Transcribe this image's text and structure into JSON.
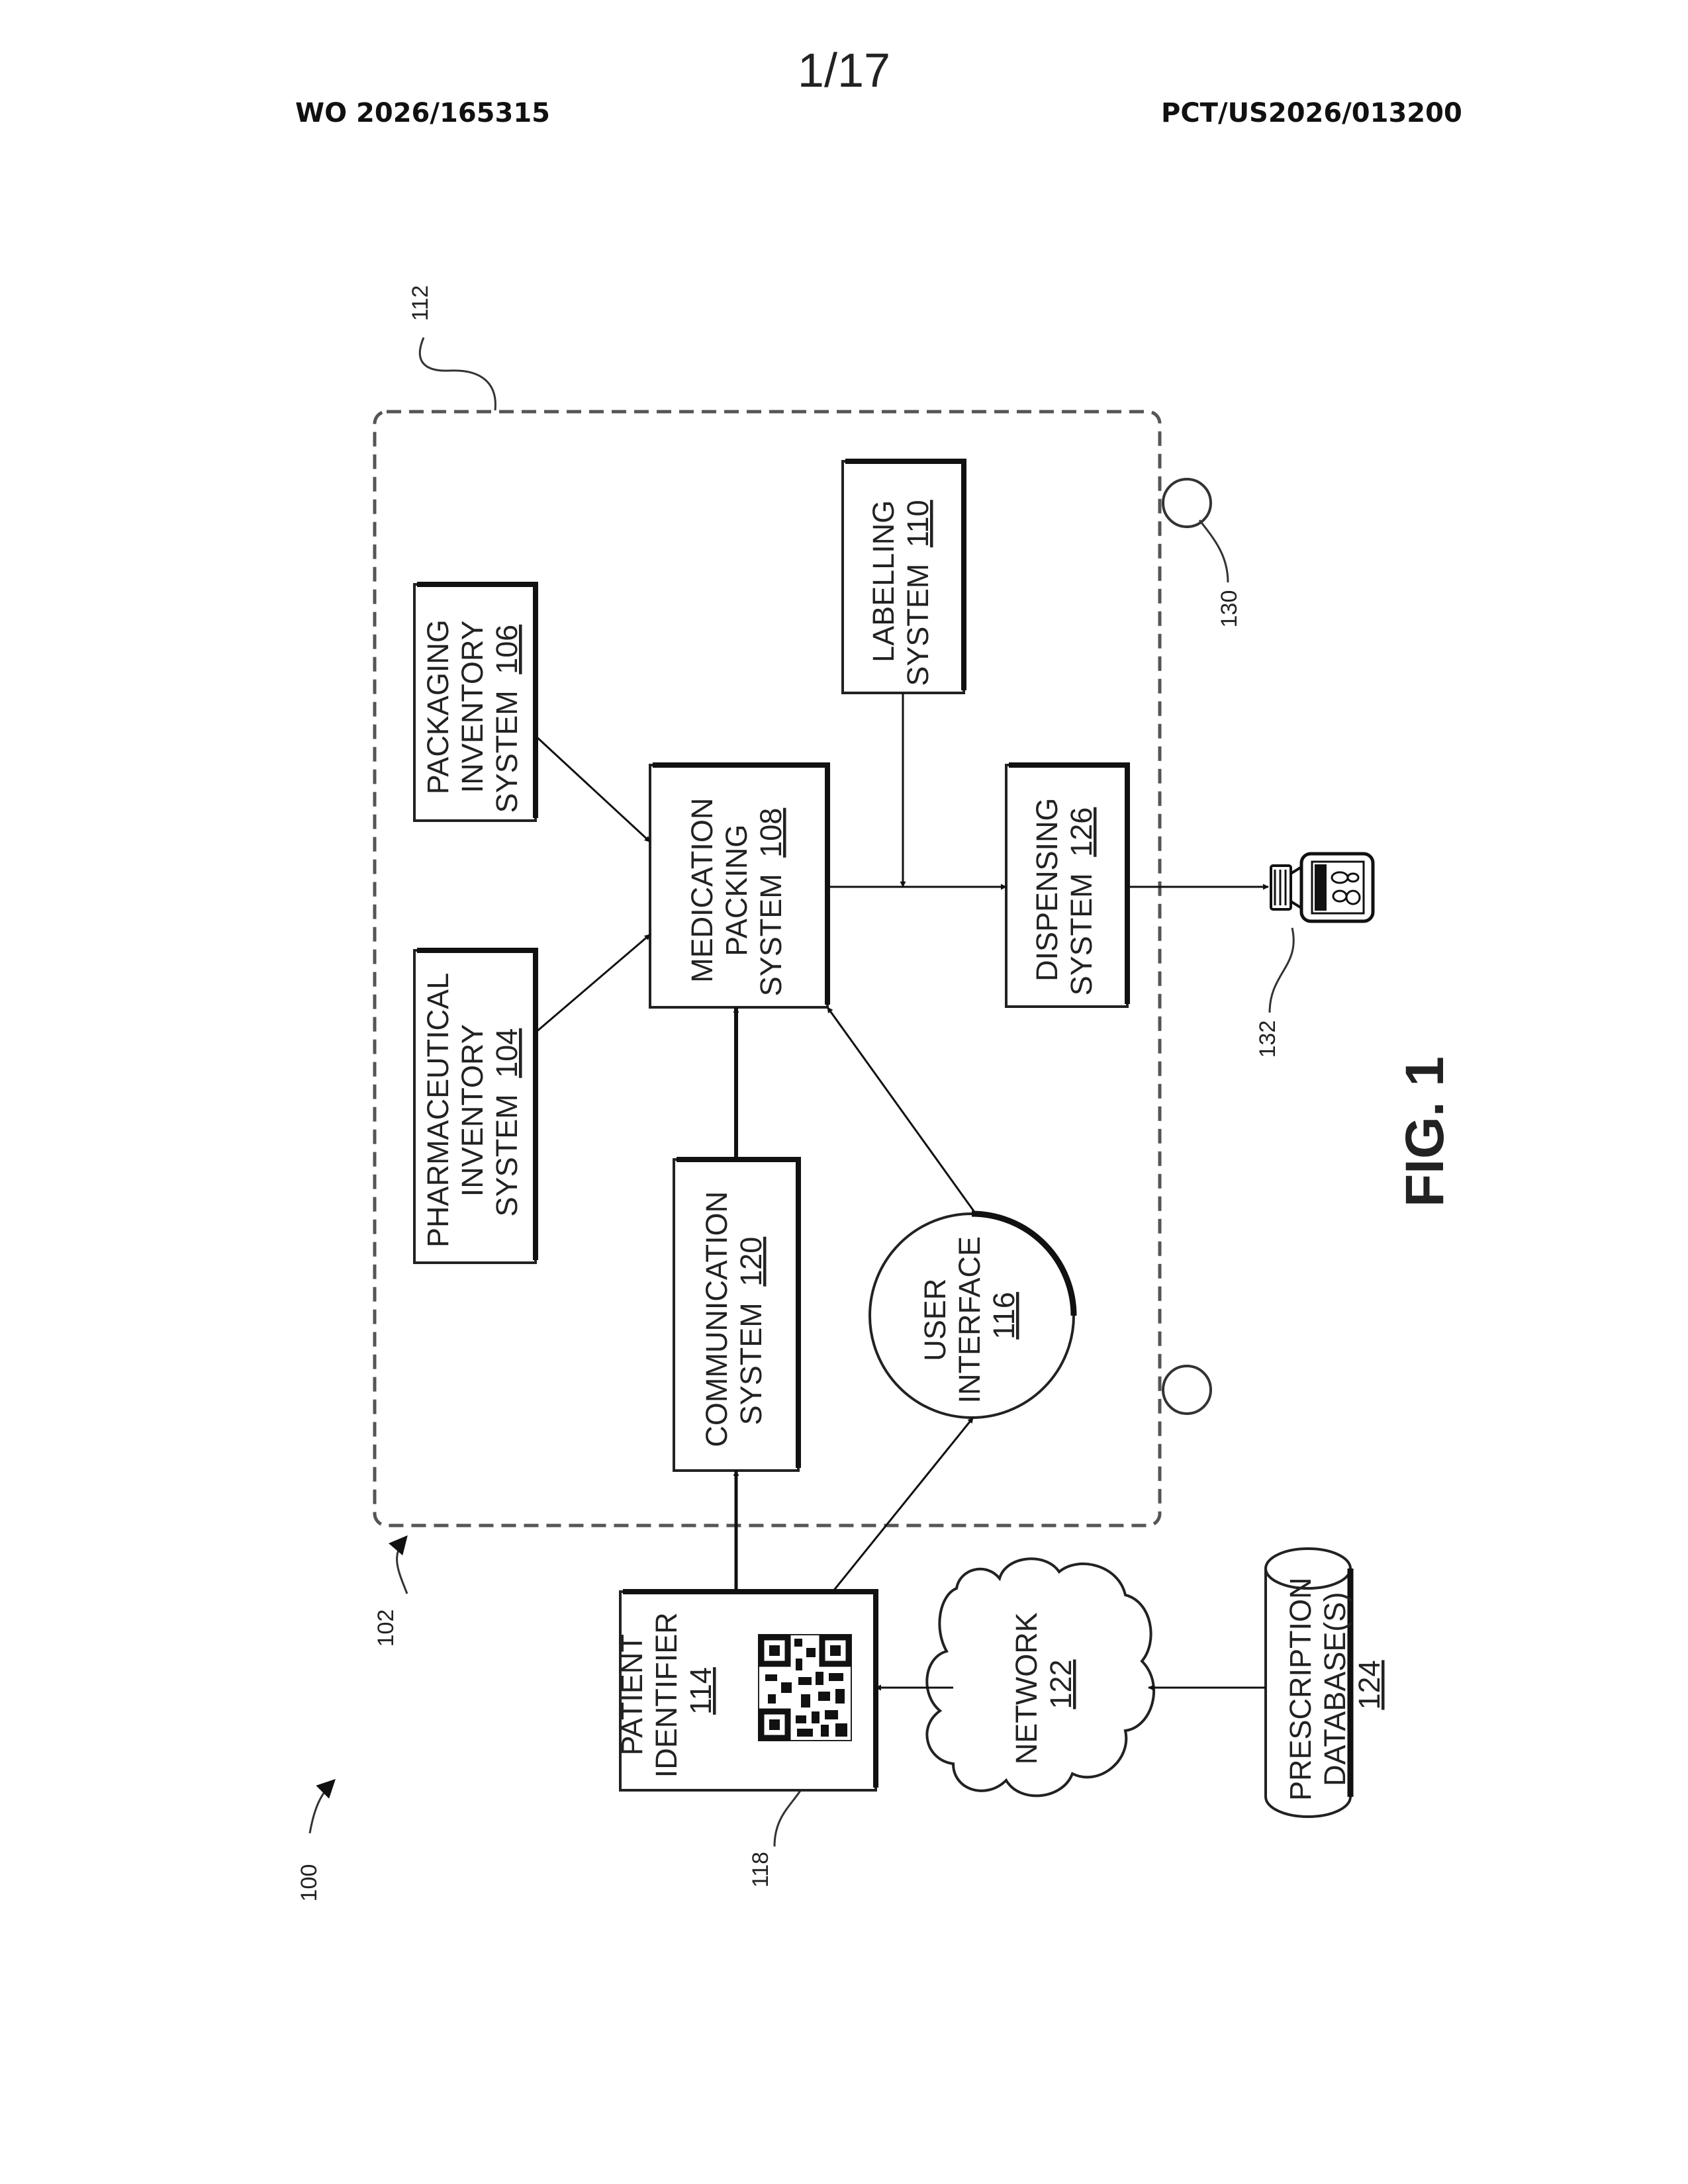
{
  "header": {
    "sheet": "1/17",
    "publication_number": "WO 2026/165315",
    "application_number": "PCT/US2026/013200"
  },
  "figure": {
    "label": "FIG. 1",
    "system_ref": "100",
    "enclosure_ref": "102",
    "enclosure_boundary_ref": "112",
    "wheel_ref": "130",
    "qr_code_ref": "118",
    "container_ref": "132",
    "blocks": {
      "pharmaceutical_inventory": {
        "lines": [
          "PHARMACEUTICAL",
          "INVENTORY",
          "SYSTEM"
        ],
        "ref": "104"
      },
      "packaging_inventory": {
        "lines": [
          "PACKAGING",
          "INVENTORY",
          "SYSTEM"
        ],
        "ref": "106"
      },
      "medication_packing": {
        "lines": [
          "MEDICATION",
          "PACKING",
          "SYSTEM"
        ],
        "ref": "108"
      },
      "labelling": {
        "lines": [
          "LABELLING",
          "SYSTEM"
        ],
        "ref": "110"
      },
      "dispensing": {
        "lines": [
          "DISPENSING",
          "SYSTEM"
        ],
        "ref": "126"
      },
      "communication": {
        "lines": [
          "COMMUNICATION",
          "SYSTEM"
        ],
        "ref": "120"
      },
      "user_interface": {
        "lines": [
          "USER",
          "INTERFACE"
        ],
        "ref": "116"
      },
      "patient_identifier": {
        "lines": [
          "PATIENT",
          "IDENTIFIER"
        ],
        "ref": "114"
      },
      "network": {
        "lines": [
          "NETWORK"
        ],
        "ref": "122"
      },
      "prescription_db": {
        "lines": [
          "PRESCRIPTION",
          "DATABASE(S)"
        ],
        "ref": "124"
      }
    }
  }
}
